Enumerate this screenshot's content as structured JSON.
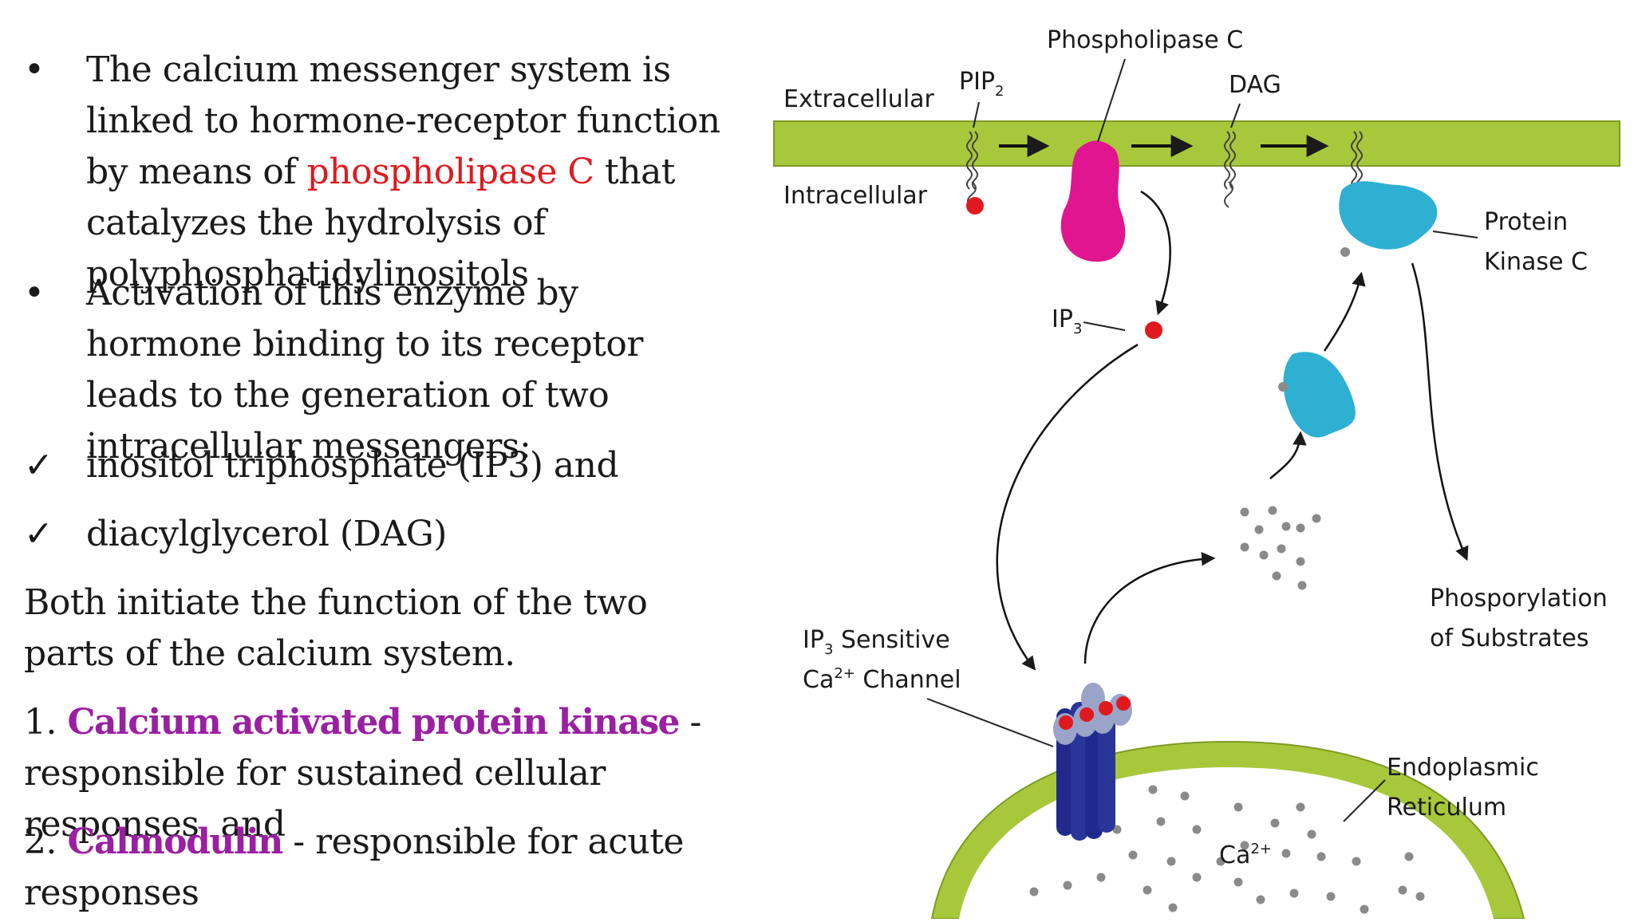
{
  "bullets": [
    {
      "marker": "•",
      "before": "The calcium messenger system is linked to hormone-receptor function by means of ",
      "highlight": "phospholipase C",
      "after": " that catalyzes the hydrolysis of polyphosphatidylinositols"
    },
    {
      "marker": "•",
      "text": "Activation of this enzyme by hormone binding to its receptor leads to the generation of two intracellular messengers:"
    }
  ],
  "checks": [
    {
      "marker": "✓",
      "text": "inositol triphosphate (IP3) and"
    },
    {
      "marker": "✓",
      "text": "diacylglycerol (DAG)"
    }
  ],
  "summary": "Both initiate the function of the two parts of the calcium system.",
  "numbered": [
    {
      "num": "1. ",
      "term": "Calcium activated protein kinase",
      "rest": " - responsible for sustained cellular responses, and"
    },
    {
      "num": "2. ",
      "term": "Calmodulin",
      "rest": " - responsible for acute responses"
    }
  ],
  "diagram": {
    "labels": {
      "phospholipase_c": "Phospholipase C",
      "pip2": "PIP",
      "pip2_sub": "2",
      "dag": "DAG",
      "extracellular": "Extracellular",
      "intracellular": "Intracellular",
      "ip3": "IP",
      "ip3_sub": "3",
      "protein_kinase_c_1": "Protein",
      "protein_kinase_c_2": "Kinase C",
      "phosphorylation_1": "Phosporylation",
      "phosphorylation_2": "of Substrates",
      "channel_1_a": "IP",
      "channel_1_sub": "3",
      "channel_1_b": " Sensitive",
      "channel_2_a": "Ca",
      "channel_2_sup": "2+",
      "channel_2_b": " Channel",
      "er_1": "Endoplasmic",
      "er_2": "Reticulum",
      "ca_a": "Ca",
      "ca_sup": "2+"
    },
    "colors": {
      "membrane": "#a7c83a",
      "membrane_edge": "#7f9a22",
      "enzyme": "#e0158f",
      "kinase": "#2db0d2",
      "messenger": "#e0191e",
      "channel": "#1f2a8c",
      "channel_cap": "#9aa4c8",
      "calcium": "#8a8a8a"
    }
  }
}
